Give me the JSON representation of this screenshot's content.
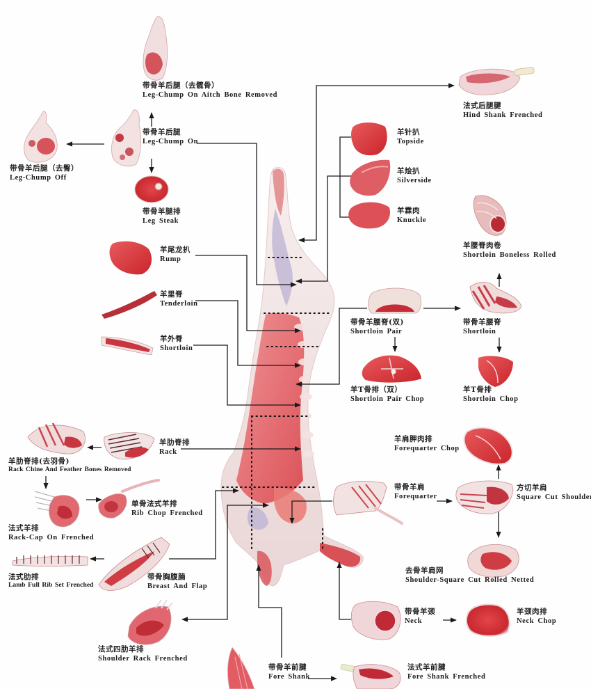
{
  "diagram": {
    "type": "lamb-primal-cut-chart",
    "colors": {
      "meat_red": "#d8343a",
      "meat_pink": "#e9878a",
      "fat_white": "#f4ecea",
      "bone_cream": "#f1ead2",
      "carcass_lean": "#e66a6e",
      "carcass_fat": "#f3dcdc",
      "carcass_bruise": "#9b93c6",
      "line": "#1a1a1a"
    },
    "carcass": {
      "name": "lamb-side-carcass",
      "cut_sections": [
        "leg",
        "chump",
        "loin",
        "rack",
        "shoulder",
        "breast",
        "neck",
        "fore-shank"
      ]
    },
    "cuts": [
      {
        "id": "leg-chump-aitch-removed",
        "zh": "带骨羊后腿（去髋骨）",
        "en": "Leg-Chump On  Aitch Bone Removed",
        "from": "leg-chump-on"
      },
      {
        "id": "leg-chump-on",
        "zh": "带骨羊后腿",
        "en": "Leg-Chump On",
        "from": "carcass"
      },
      {
        "id": "leg-chump-off",
        "zh": "带骨羊后腿（去臀）",
        "en": "Leg-Chump Off",
        "from": "leg-chump-on"
      },
      {
        "id": "leg-steak",
        "zh": "带骨羊腿排",
        "en": "Leg Steak",
        "from": "leg-chump-on"
      },
      {
        "id": "hind-shank-frenched",
        "zh": "法式后腿腱",
        "en": "Hind Shank Frenched",
        "from": "carcass"
      },
      {
        "id": "topside",
        "zh": "羊针扒",
        "en": "Topside",
        "from": "carcass"
      },
      {
        "id": "silverside",
        "zh": "羊烩扒",
        "en": "Silverside",
        "from": "carcass"
      },
      {
        "id": "knuckle",
        "zh": "羊霖肉",
        "en": "Knuckle",
        "from": "carcass"
      },
      {
        "id": "rump",
        "zh": "羊尾龙扒",
        "en": "Rump",
        "from": "carcass"
      },
      {
        "id": "tenderloin",
        "zh": "羊里脊",
        "en": "Tenderloin",
        "from": "carcass"
      },
      {
        "id": "shortloin-single",
        "zh": "羊外脊",
        "en": "Shortloin",
        "from": "carcass"
      },
      {
        "id": "shortloin-boneless-rolled",
        "zh": "羊腰脊肉卷",
        "en": "Shortloin  Boneless  Rolled",
        "from": "shortloin"
      },
      {
        "id": "shortloin-pair",
        "zh": "带骨羊腰脊(双)",
        "en": "Shortloin  Pair",
        "from": "carcass"
      },
      {
        "id": "shortloin",
        "zh": "带骨羊腰脊",
        "en": "Shortloin",
        "from": "shortloin-pair"
      },
      {
        "id": "shortloin-pair-chop",
        "zh": "羊T骨排（双）",
        "en": "Shortloin  Pair Chop",
        "from": "shortloin-pair"
      },
      {
        "id": "shortloin-chop",
        "zh": "羊T骨排",
        "en": "Shortloin Chop",
        "from": "shortloin"
      },
      {
        "id": "rack",
        "zh": "羊肋脊排",
        "en": "Rack",
        "from": "carcass"
      },
      {
        "id": "rack-chine-feather-removed",
        "zh": "羊肋脊排(去羽骨)",
        "en": "Rack Chine And Feather Bones Removed",
        "from": "rack"
      },
      {
        "id": "rack-cap-on-frenched",
        "zh": "法式羊排",
        "en": "Rack-Cap On Frenched",
        "from": "rack-chine-feather-removed"
      },
      {
        "id": "rib-chop-frenched",
        "zh": "单骨法式羊排",
        "en": "Rib Chop   Frenched",
        "from": "rack-cap-on-frenched"
      },
      {
        "id": "forequarter-chop",
        "zh": "羊肩胛肉排",
        "en": "Forequarter  Chop",
        "from": "square-cut-shoulder"
      },
      {
        "id": "forequarter",
        "zh": "带骨羊肩",
        "en": "Forequarter",
        "from": "carcass"
      },
      {
        "id": "square-cut-shoulder",
        "zh": "方切羊肩",
        "en": "Square  Cut  Shoulder",
        "from": "forequarter"
      },
      {
        "id": "shoulder-rolled-netted",
        "zh": "去骨羊肩网",
        "en": "Shoulder-Square  Cut  Rolled  Netted",
        "from": "square-cut-shoulder"
      },
      {
        "id": "lamb-full-rib-set-frenched",
        "zh": "法式肋排",
        "en": "Lamb Full Rib Set  Frenched",
        "from": "breast-and-flap"
      },
      {
        "id": "breast-and-flap",
        "zh": "带骨胸腹腩",
        "en": "Breast  And  Flap",
        "from": "carcass"
      },
      {
        "id": "shoulder-rack-frenched",
        "zh": "法式四肋羊排",
        "en": "Shoulder  Rack  Frenched",
        "from": "carcass"
      },
      {
        "id": "neck",
        "zh": "带骨羊颈",
        "en": "Neck",
        "from": "carcass"
      },
      {
        "id": "neck-chop",
        "zh": "羊颈肉排",
        "en": "Neck  Chop",
        "from": "neck"
      },
      {
        "id": "fore-shank",
        "zh": "带骨羊前腱",
        "en": "Fore  Shank",
        "from": "carcass"
      },
      {
        "id": "fore-shank-frenched",
        "zh": "法式羊前腱",
        "en": "Fore  Shank  Frenched",
        "from": "fore-shank"
      }
    ]
  }
}
